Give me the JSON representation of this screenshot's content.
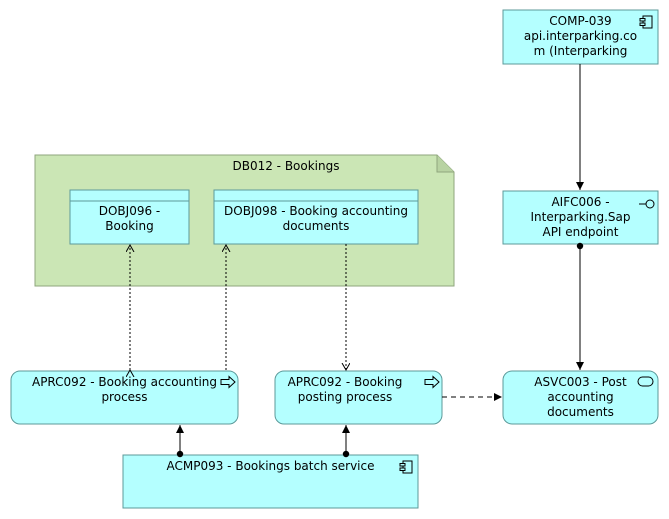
{
  "comp039": {
    "line1": "COMP-039",
    "line2": "api.interparking.co",
    "line3": "m (Interparking"
  },
  "aifc006": {
    "line1": "AIFC006 -",
    "line2": "Interparking.Sap",
    "line3": "API endpoint"
  },
  "db012": {
    "label": "DB012 - Bookings"
  },
  "dobj096": {
    "line1": "DOBJ096 -",
    "line2": "Booking"
  },
  "dobj098": {
    "line1": "DOBJ098 - Booking accounting",
    "line2": "documents"
  },
  "aprc092_accounting": {
    "line1": "APRC092 - Booking accounting",
    "line2": "process"
  },
  "aprc092_posting": {
    "line1": "APRC092 - Booking",
    "line2": "posting process"
  },
  "asvc003": {
    "line1": "ASVC003 - Post",
    "line2": "accounting",
    "line3": "documents"
  },
  "acmp093": {
    "label": "ACMP093 - Bookings batch service"
  },
  "colors": {
    "element_fill": "#b4ffff",
    "element_stroke": "#5c9a9a",
    "group_fill": "#cbe6b5",
    "group_stroke": "#8fa67d",
    "edge": "#000000"
  }
}
